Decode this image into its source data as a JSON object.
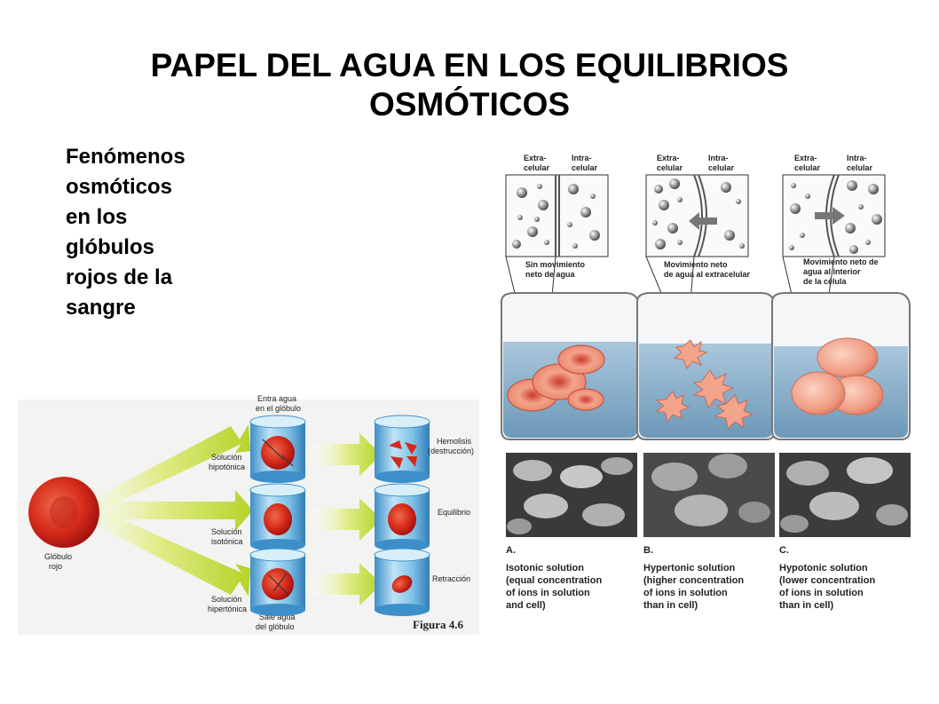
{
  "slide": {
    "title_line1": "PAPEL DEL AGUA EN LOS EQUILIBRIOS",
    "title_line2": "OSMÓTICOS",
    "intro_lines": [
      "Fenómenos",
      "osmóticos",
      "en los",
      "glóbulos",
      "rojos de la",
      "sangre"
    ]
  },
  "left_figure": {
    "cell_label": [
      "Glóbulo",
      "rojo"
    ],
    "hipotonica": [
      "Solución",
      "hipotónica"
    ],
    "isotonica": [
      "Solución",
      "isotónica"
    ],
    "hipertonica": [
      "Solución",
      "hipertónica"
    ],
    "entra_agua": [
      "Entra  agua",
      "en el glóbulo"
    ],
    "sale_agua": [
      "Sale agua",
      "del glóbulo"
    ],
    "hemolisis": [
      "Hemolisis",
      "(destrucción)"
    ],
    "equilibrio": "Equilibrio",
    "retraccion": "Retracción",
    "figure_label": "Figura 4.6"
  },
  "right_figure": {
    "extra_label": [
      "Extra-",
      "celular"
    ],
    "intra_label": [
      "Intra-",
      "celular"
    ],
    "desc_a": [
      "Sin movimiento",
      "neto de agua"
    ],
    "desc_b": [
      "Movimiento neto",
      "de agua al extracelular"
    ],
    "desc_c": [
      "Movimiento neto de",
      "agua al interior",
      "de la célula"
    ],
    "caption_a": [
      "A.",
      "Isotonic solution",
      "(equal concentration",
      "of ions in solution",
      "and cell)"
    ],
    "caption_b": [
      "B.",
      "Hypertonic solution",
      "(higher concentration",
      "of ions in solution",
      "than in cell)"
    ],
    "caption_c": [
      "C.",
      "Hypotonic solution",
      "(lower concentration",
      "of ions in solution",
      "than in cell)"
    ]
  },
  "colors": {
    "title": "#000000",
    "arrow_green": "#c8dd3a",
    "cell_red": "#c8201a",
    "water_blue": "#8fb3cf",
    "cell_pink": "#f0a08a"
  }
}
